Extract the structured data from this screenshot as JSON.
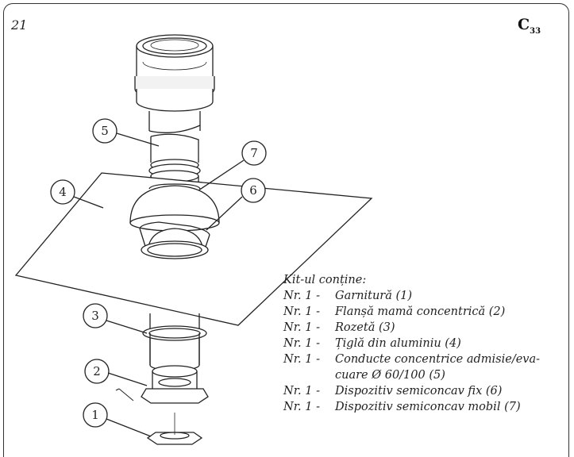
{
  "figure_number": "21",
  "code": {
    "main": "C",
    "sub": "33"
  },
  "callouts": [
    "1",
    "2",
    "3",
    "4",
    "5",
    "6",
    "7"
  ],
  "kit": {
    "title": "Kit-ul conține:",
    "items": [
      {
        "nr": "Nr. 1 -",
        "text": "Garnitură (1)"
      },
      {
        "nr": "Nr. 1 -",
        "text": "Flanșă mamă concentrică (2)"
      },
      {
        "nr": "Nr. 1 -",
        "text": "Rozetă (3)"
      },
      {
        "nr": "Nr. 1 -",
        "text": "Țiglă din aluminiu (4)"
      },
      {
        "nr": "Nr. 1 -",
        "text": "Conducte concentrice admisie/eva-",
        "cont": "cuare Ø 60/100 (5)"
      },
      {
        "nr": "Nr. 1 -",
        "text": "Dispozitiv semiconcav fix (6)"
      },
      {
        "nr": "Nr. 1 -",
        "text": "Dispozitiv semiconcav mobil (7)"
      }
    ]
  }
}
